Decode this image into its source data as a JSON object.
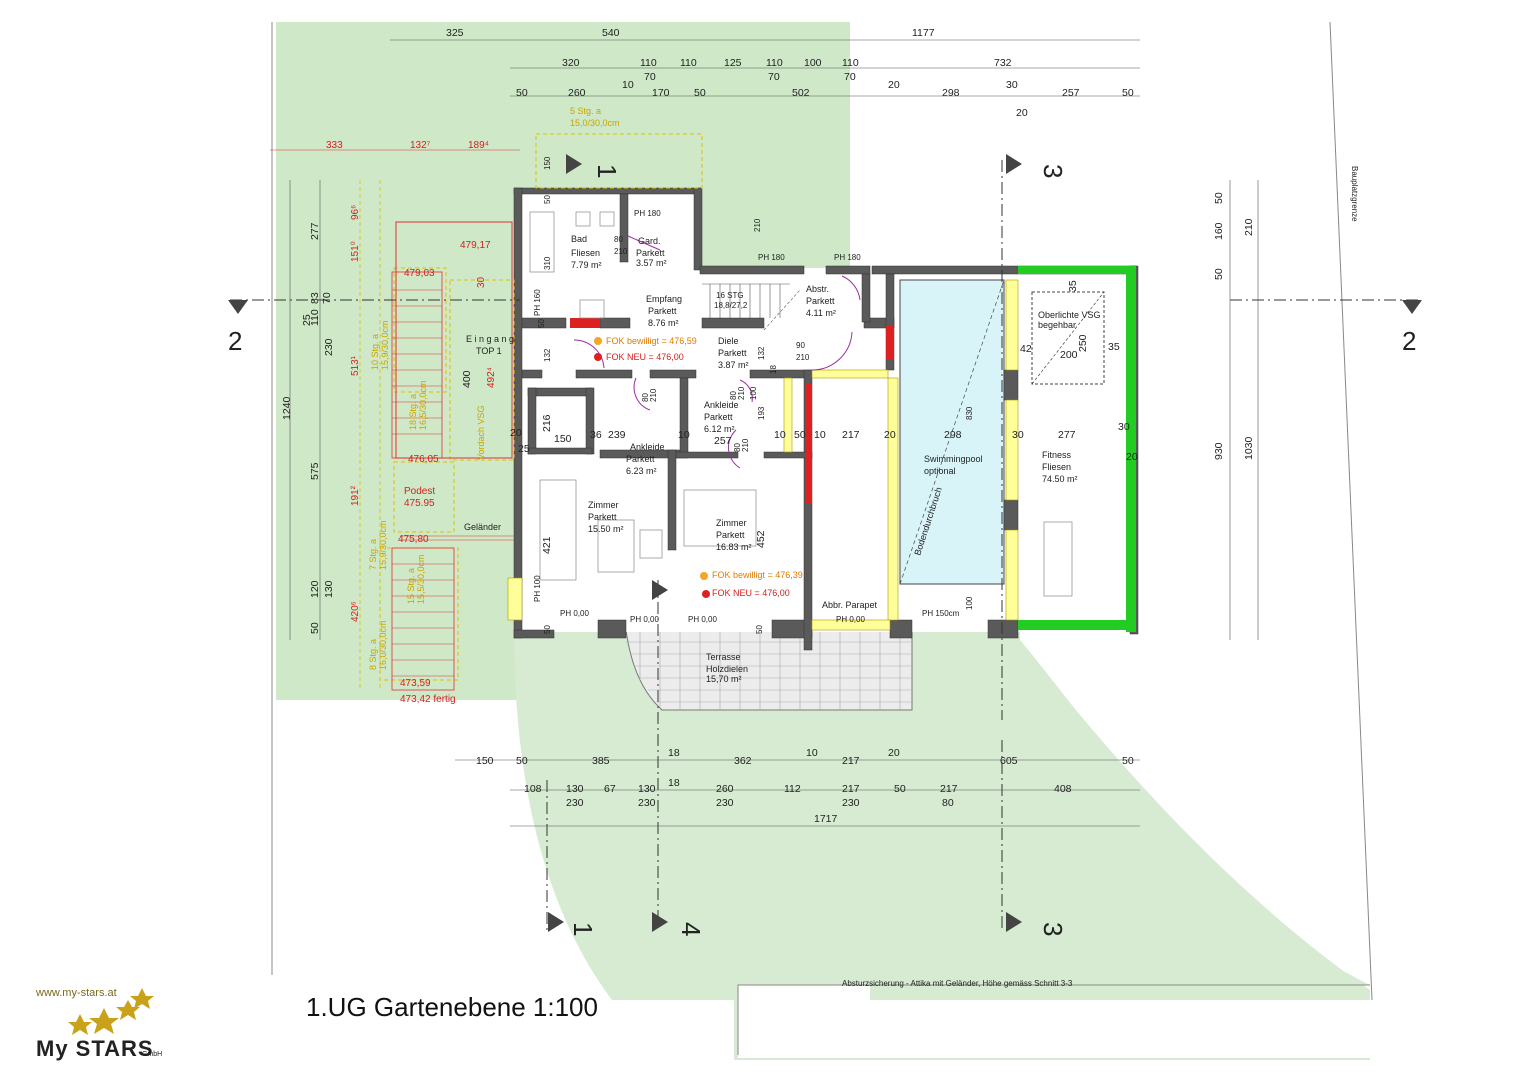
{
  "title": "1.UG  Gartenebene  1:100",
  "logo": {
    "url": "www.my-stars.at",
    "brand": "My STARS",
    "suffix": "GmbH"
  },
  "notes": {
    "boundary": "Bauplatzgrenze",
    "fall_protection": "Absturzsicherung - Attika mit Geländer, Höhe gemäss Schnitt 3-3"
  },
  "section_markers": [
    "1",
    "1",
    "2",
    "2",
    "3",
    "3",
    "4"
  ],
  "rooms": {
    "bad": {
      "name": "Bad",
      "floor": "Fliesen",
      "area": "7.79 m²"
    },
    "garderobe": {
      "name": "Gard.",
      "floor": "Parkett",
      "area": "3.57 m²"
    },
    "empfang": {
      "name": "Empfang",
      "floor": "Parkett",
      "area": "8.76 m²"
    },
    "abstellraum": {
      "name": "Abstr.",
      "floor": "Parkett",
      "area": "4.11 m²"
    },
    "diele": {
      "name": "Diele",
      "floor": "Parkett",
      "area": "3.87 m²"
    },
    "ankleide1": {
      "name": "Ankleide",
      "floor": "Parkett",
      "area": "6.12 m²"
    },
    "ankleide2": {
      "name": "Ankleide",
      "floor": "Parkett",
      "area": "6.23 m²"
    },
    "zimmer1": {
      "name": "Zimmer",
      "floor": "Parkett",
      "area": "15.50 m²"
    },
    "zimmer2": {
      "name": "Zimmer",
      "floor": "Parkett",
      "area": "16.83 m²"
    },
    "pool": {
      "name": "Swimmingpool",
      "note": "optional",
      "label": "Bodendurchbruch"
    },
    "fitness": {
      "name": "Fitness",
      "floor": "Fliesen",
      "area": "74.50 m²"
    },
    "skylight": {
      "line1": "Oberlichte VSG",
      "line2": "begehbar"
    },
    "terrasse": {
      "name": "Terrasse",
      "floor": "Holzdielen",
      "area": "15,70 m²"
    },
    "eingang": {
      "line1": "E i n g a n g",
      "line2": "TOP 1"
    },
    "parapet": "Abbr. Parapet",
    "stairs": {
      "line1": "16 STG",
      "line2": "18,8/27,2"
    }
  },
  "levels": {
    "fok_bewilligt_1": "FOK bewilligt = 476,59",
    "fok_neu_1": "FOK NEU =  476,00",
    "fok_bewilligt_2": "FOK bewilligt = 476,39",
    "fok_neu_2": "FOK NEU =  476,00"
  },
  "ph_labels": [
    "PH 180",
    "PH 180",
    "PH 180",
    "PH 160",
    "PH 100",
    "PH 0,00",
    "PH 0,00",
    "PH 0,00",
    "PH 0,00",
    "PH 150cm"
  ],
  "exterior_stairs": {
    "podest": "Podest",
    "podest_level": "475.95",
    "gelaender": "Geländer",
    "vordach": "Vordach VSG",
    "levels": [
      "479,17",
      "479,03",
      "476,05",
      "475,80",
      "473,59",
      "473,42 fertig"
    ],
    "steps": [
      "5 Stg. a",
      "15,0/30,0cm",
      "10 Stg. a",
      "15,9/30,0cm",
      "18 Stg. a",
      "16,5/30,0cm",
      "15 Stg. a",
      "15,5/30,0cm",
      "7 Stg. a",
      "15,9/30,0cm",
      "8 Stg. a",
      "16,0/30,0cm"
    ],
    "dims_red": [
      "333",
      "132⁷",
      "189⁴",
      "96⁶",
      "151⁰",
      "513¹",
      "191²",
      "420⁶",
      "492⁴",
      "30"
    ]
  },
  "dimensions": {
    "top1": [
      "325",
      "540",
      "1177"
    ],
    "top2": [
      "320",
      "110",
      "110",
      "125",
      "110",
      "100",
      "110",
      "732",
      "70",
      "70",
      "70"
    ],
    "top3": [
      "50",
      "260",
      "10",
      "170",
      "50",
      "502",
      "20",
      "298",
      "30",
      "257",
      "50",
      "20"
    ],
    "left": [
      "1240",
      "277",
      "575",
      "110",
      "25",
      "83",
      "70",
      "230",
      "400",
      "130",
      "120",
      "50"
    ],
    "right": [
      "930",
      "1030",
      "210",
      "160",
      "50",
      "50"
    ],
    "bottom1": [
      "150",
      "50",
      "385",
      "18",
      "362",
      "10",
      "217",
      "20",
      "605",
      "50",
      "18"
    ],
    "bottom2": [
      "108",
      "130",
      "67",
      "130",
      "260",
      "112",
      "217",
      "50",
      "217",
      "408"
    ],
    "bottom3": [
      "230",
      "230",
      "230",
      "230",
      "80"
    ],
    "bottom_total": "1717",
    "interior": [
      "150",
      "50",
      "210",
      "80",
      "210",
      "310",
      "50",
      "132",
      "132",
      "90",
      "210",
      "80",
      "210",
      "18",
      "239",
      "10",
      "257",
      "10",
      "50",
      "10",
      "217",
      "20",
      "298",
      "30",
      "277",
      "30",
      "20",
      "150",
      "36",
      "216",
      "20",
      "25",
      "421",
      "452",
      "193",
      "830",
      "42",
      "200",
      "35",
      "35",
      "250",
      "100",
      "100",
      "80",
      "210",
      "80",
      "210",
      "50",
      "50"
    ]
  }
}
